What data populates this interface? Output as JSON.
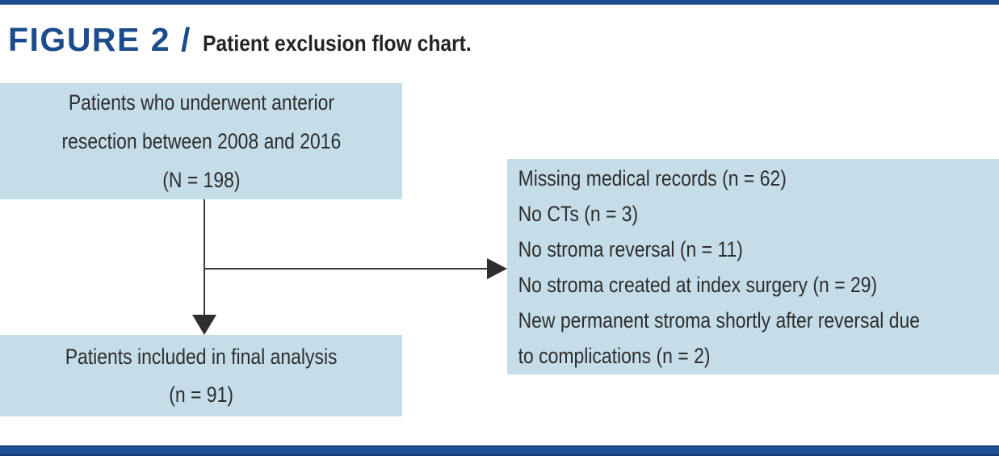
{
  "header": {
    "label": "FIGURE 2 /",
    "title": "Patient exclusion flow chart."
  },
  "flowchart": {
    "source_box": {
      "lines": [
        "Patients who underwent anterior",
        "resection between 2008 and 2016",
        "(N = 198)"
      ]
    },
    "exclusion_box": {
      "items": [
        "Missing medical records (n = 62)",
        "No CTs (n = 3)",
        "No stroma reversal (n = 11)",
        "No stroma created at index surgery (n = 29)",
        [
          "New permanent stroma shortly after reversal due",
          "to complications (n = 2)"
        ]
      ]
    },
    "final_box": {
      "lines": [
        "Patients included in final analysis",
        "(n = 91)"
      ]
    }
  },
  "colors": {
    "box_fill": "#c5dde9",
    "navy_accent": "#1d4c8c",
    "bottom_rule": "#21509b",
    "text_dark": "#2d2d2d",
    "arrow": "#2e2e2e"
  }
}
